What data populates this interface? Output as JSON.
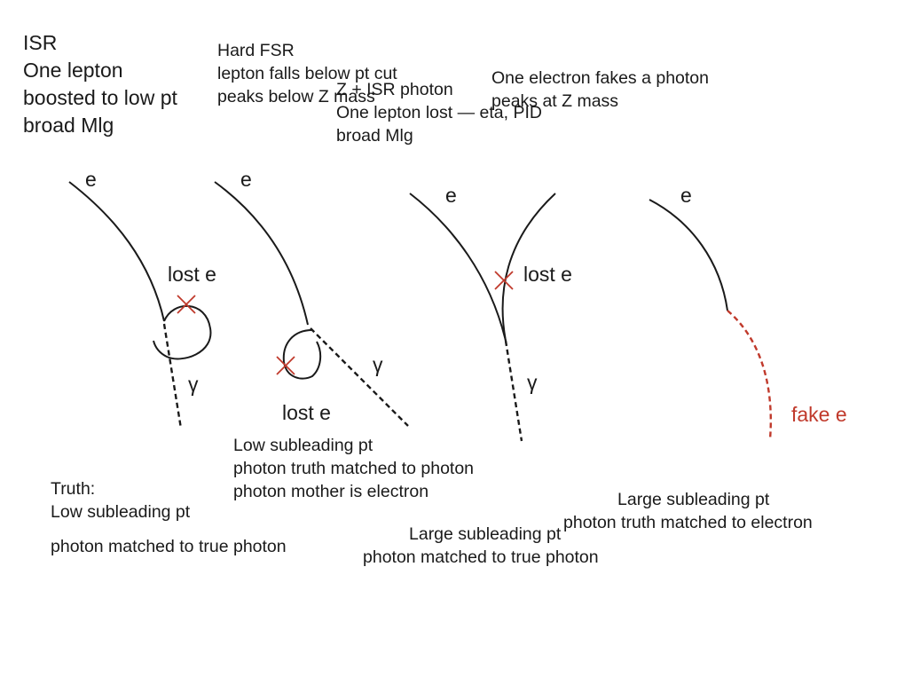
{
  "panels": {
    "isr": {
      "title_lines": [
        "ISR",
        "One lepton",
        "boosted to low pt",
        "broad Mlg"
      ],
      "labels": {
        "electron": "e",
        "lost": "lost e",
        "photon": "γ"
      },
      "truth_lines": [
        "Truth:",
        "Low subleading pt"
      ],
      "match_line": "photon matched to true photon"
    },
    "hard_fsr": {
      "title_lines": [
        "Hard FSR",
        "lepton falls below pt cut",
        "peaks below Z mass"
      ],
      "labels": {
        "electron": "e",
        "lost": "lost e",
        "photon": "γ"
      },
      "truth_lines": [
        "Low subleading pt",
        "photon truth matched to photon",
        "photon mother is electron"
      ]
    },
    "z_isr": {
      "title_lines": [
        "Z + ISR photon",
        "One lepton lost — eta, PID",
        "broad Mlg"
      ],
      "labels": {
        "electron": "e",
        "lost": "lost e",
        "photon": "γ"
      },
      "truth_lines": [
        "Large subleading pt",
        "photon matched to true photon"
      ]
    },
    "fake": {
      "title_lines": [
        "One electron fakes a photon",
        "peaks at Z mass"
      ],
      "labels": {
        "electron": "e",
        "fake": "fake e"
      },
      "truth_lines": [
        "Large subleading pt",
        "photon truth matched to electron"
      ]
    }
  },
  "colors": {
    "ink": "#1a1a1a",
    "marker": "#c0392b"
  }
}
